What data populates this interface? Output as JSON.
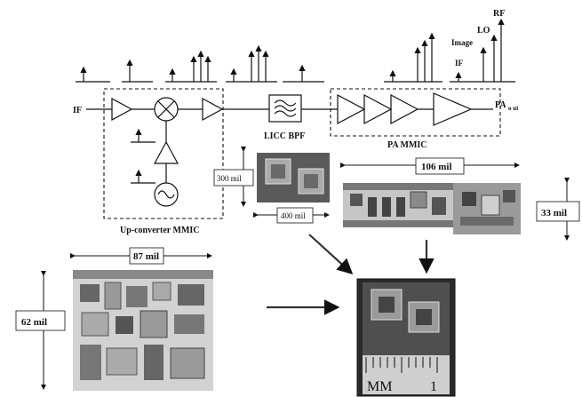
{
  "labels": {
    "if_in": "IF",
    "pa_out": "PA",
    "pa_out_sub": "o ut",
    "spectrum_rf": "RF",
    "spectrum_lo": "LO",
    "spectrum_image": "Image",
    "spectrum_if": "IF",
    "bpf": "LICC BPF",
    "pa_mmic": "PA MMIC",
    "upconverter": "Up-converter MMIC"
  },
  "dimensions": {
    "bpf_height": "300 mil",
    "bpf_width": "400 mil",
    "pa_width": "106 mil",
    "pa_height": "33 mil",
    "up_width": "87 mil",
    "up_height": "62 mil"
  },
  "ruler": {
    "text_mm": "MM",
    "text_1": "1"
  },
  "colors": {
    "line": "#111111",
    "chip_dark": "#555555",
    "chip_mid": "#8a8a8a",
    "chip_light": "#c8c8c8",
    "assembly_bg": "#2a2a2a"
  },
  "icons": [
    "amplifier-icon",
    "mixer-icon",
    "oscillator-icon",
    "filter-icon",
    "arrow-icon"
  ]
}
